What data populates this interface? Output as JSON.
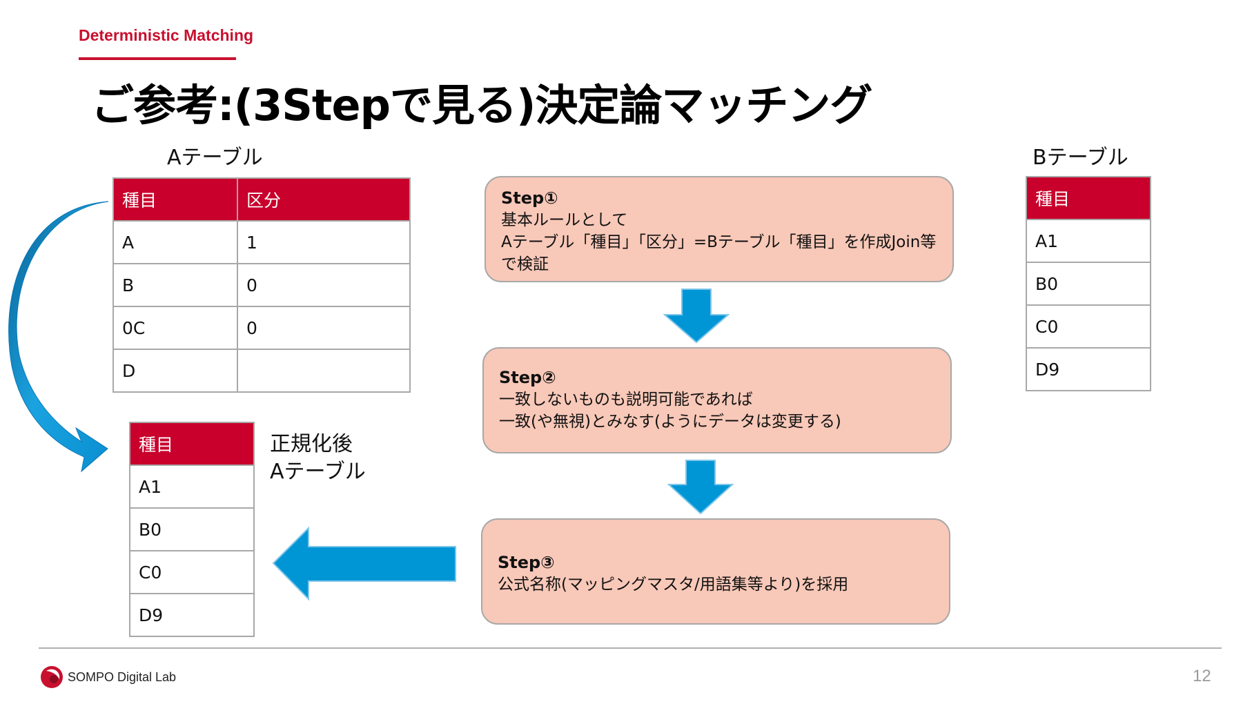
{
  "header": {
    "section_label": "Deterministic Matching",
    "title": "ご参考:(3Stepで見る)決定論マッチング"
  },
  "table_a": {
    "label": "Aテーブル",
    "headers": [
      "種目",
      "区分"
    ],
    "rows": [
      [
        "A",
        "1"
      ],
      [
        "B",
        "0"
      ],
      [
        "0C",
        "0"
      ],
      [
        "D",
        ""
      ]
    ]
  },
  "table_b": {
    "label": "Bテーブル",
    "header": "種目",
    "rows": [
      "A1",
      "B0",
      "C0",
      "D9"
    ]
  },
  "table_normalized": {
    "label_line1": "正規化後",
    "label_line2": "Aテーブル",
    "header": "種目",
    "rows": [
      "A1",
      "B0",
      "C0",
      "D9"
    ]
  },
  "steps": [
    {
      "title": "Step①",
      "lines": [
        " 基本ルールとして",
        "Aテーブル「種目」「区分」=Bテーブル「種目」を作成Join等",
        "で検証"
      ]
    },
    {
      "title": "Step②",
      "lines": [
        "一致しないものも説明可能であれば",
        "一致(や無視)とみなす(ようにデータは変更する)"
      ]
    },
    {
      "title": "Step③",
      "lines": [
        "公式名称(マッピングマスタ/用語集等より)を採用"
      ]
    }
  ],
  "footer": {
    "logo_text": "SOMPO Digital Lab",
    "page_number": "12"
  },
  "colors": {
    "accent_red": "#c8102e",
    "header_red": "#c8002b",
    "step_fill": "#f8c8b8",
    "arrow_blue": "#0096d6"
  }
}
